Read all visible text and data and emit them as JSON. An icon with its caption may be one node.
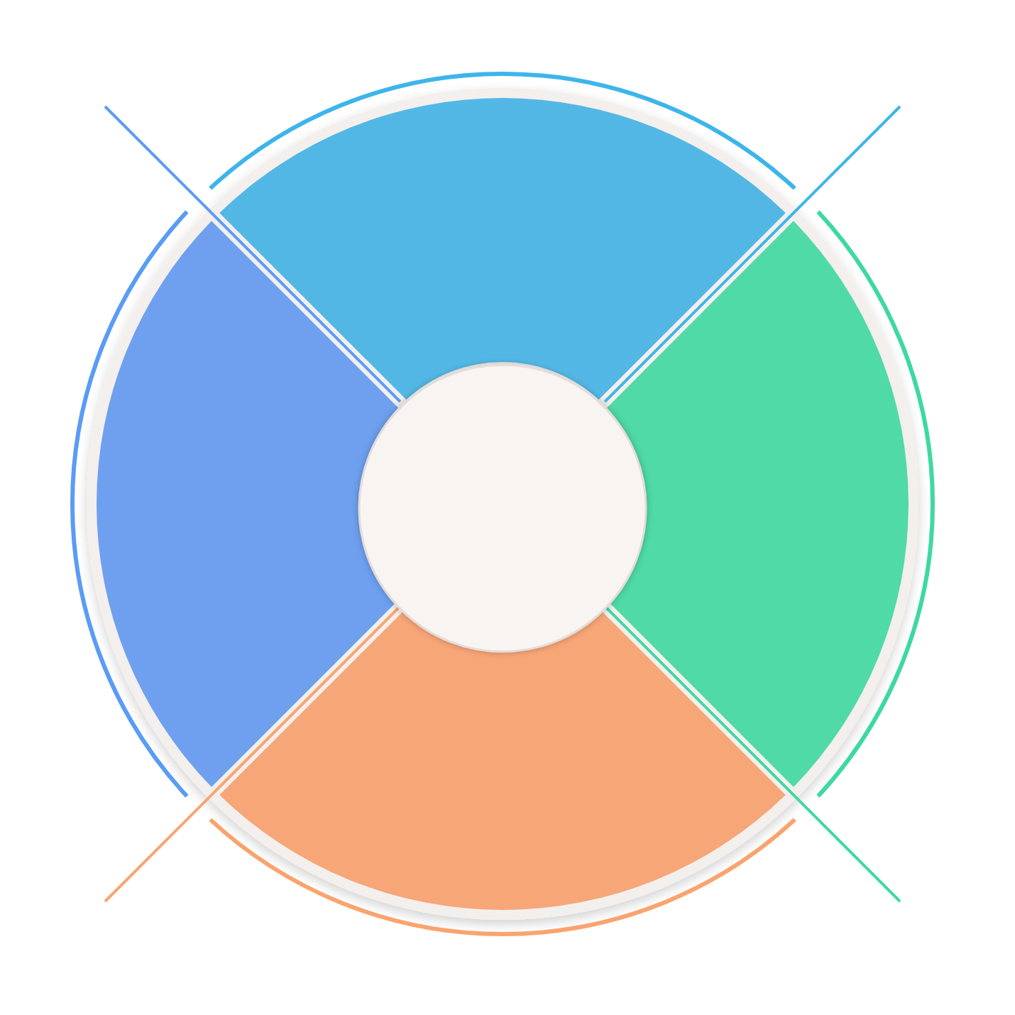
{
  "diagram": {
    "nodes": [
      {
        "text": [],
        "shape": "sector"
      },
      {
        "text": [],
        "shape": "sector"
      },
      {
        "text": [],
        "shape": "circle"
      },
      {
        "text": [],
        "shape": "sector"
      },
      {
        "text": [],
        "shape": "sector"
      }
    ]
  }
}
